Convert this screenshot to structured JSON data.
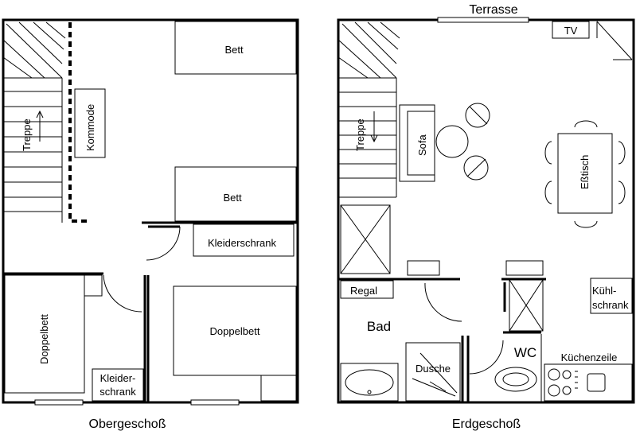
{
  "floors": {
    "upper": {
      "title": "Obergeschoß",
      "rooms": {
        "stairs": "Treppe",
        "dresser": "Kommode",
        "bed_top": "Bett",
        "bed_bottom": "Bett",
        "wardrobe_hall": "Kleiderschrank",
        "double_bed_left": "Doppelbett",
        "double_bed_right": "Doppelbett",
        "wardrobe_small_line1": "Kleider-",
        "wardrobe_small_line2": "schrank"
      }
    },
    "ground": {
      "title": "Erdgeschoß",
      "rooms": {
        "terrace": "Terrasse",
        "tv": "TV",
        "stairs": "Treppe",
        "sofa": "Sofa",
        "dining_table": "Eßtisch",
        "shelf": "Regal",
        "bathroom": "Bad",
        "shower": "Dusche",
        "toilet": "WC",
        "fridge_line1": "Kühl-",
        "fridge_line2": "schrank",
        "kitchen": "Küchenzeile"
      }
    }
  }
}
